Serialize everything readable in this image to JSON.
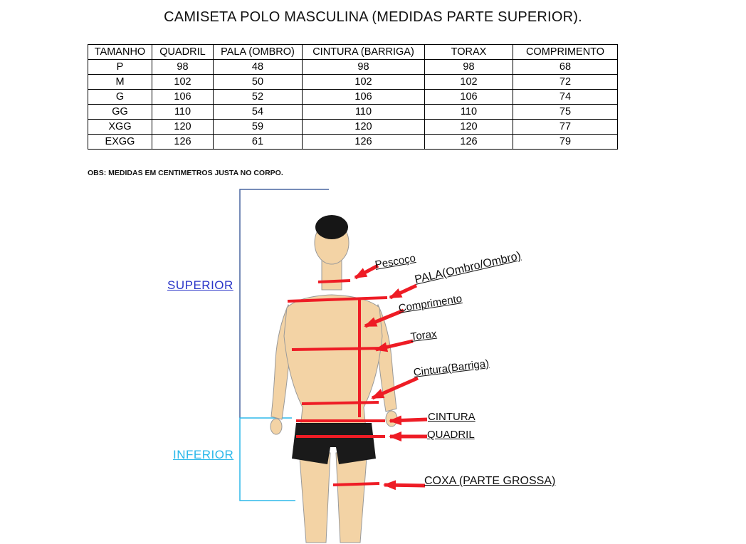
{
  "title": "CAMISETA POLO MASCULINA (MEDIDAS PARTE SUPERIOR).",
  "table": {
    "headers": [
      "TAMANHO",
      "QUADRIL",
      "PALA (OMBRO)",
      "CINTURA (BARRIGA)",
      "TORAX",
      "COMPRIMENTO"
    ],
    "rows": [
      [
        "P",
        "98",
        "48",
        "98",
        "98",
        "68"
      ],
      [
        "M",
        "102",
        "50",
        "102",
        "102",
        "72"
      ],
      [
        "G",
        "106",
        "52",
        "106",
        "106",
        "74"
      ],
      [
        "GG",
        "110",
        "54",
        "110",
        "110",
        "75"
      ],
      [
        "XGG",
        "120",
        "59",
        "120",
        "120",
        "77"
      ],
      [
        "EXGG",
        "126",
        "61",
        "126",
        "126",
        "79"
      ]
    ]
  },
  "note": "OBS: MEDIDAS EM CENTIMETROS JUSTA NO CORPO.",
  "diagram": {
    "section_labels": {
      "superior": "SUPERIOR",
      "inferior": "INFERIOR"
    },
    "labels": {
      "pescoco": "Pescoço",
      "pala": "PALA(Ombro/Ombro)",
      "comprimento": "Comprimento",
      "torax": "Torax",
      "cintura_barriga": "Cintura(Barriga)",
      "cintura": "CINTURA",
      "quadril": "QUADRIL",
      "coxa": "COXA (PARTE GROSSA)"
    },
    "colors": {
      "measure_line": "#ee1c25",
      "superior_label": "#2a35c8",
      "inferior_label": "#29b7ea",
      "skin": "#f3d3a5"
    }
  }
}
